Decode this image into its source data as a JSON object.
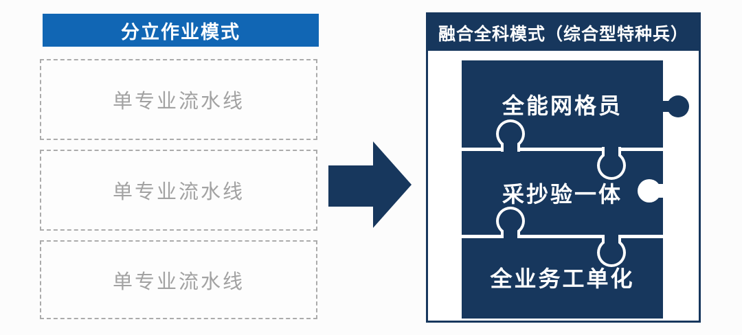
{
  "left_panel": {
    "header": "分立作业模式",
    "boxes": [
      {
        "label": "单专业流水线"
      },
      {
        "label": "单专业流水线"
      },
      {
        "label": "单专业流水线"
      }
    ]
  },
  "arrow": {
    "direction": "right"
  },
  "right_panel": {
    "header": "融合全科模式（综合型特种兵）",
    "pieces": [
      {
        "label": "全能网格员"
      },
      {
        "label": "采抄验一体"
      },
      {
        "label": "全业务工单化"
      }
    ]
  },
  "colors": {
    "accent_blue": "#1166b4",
    "navy": "#17375d",
    "box_text_gray": "#a2a2a2",
    "dash_border_gray": "#ababab"
  }
}
